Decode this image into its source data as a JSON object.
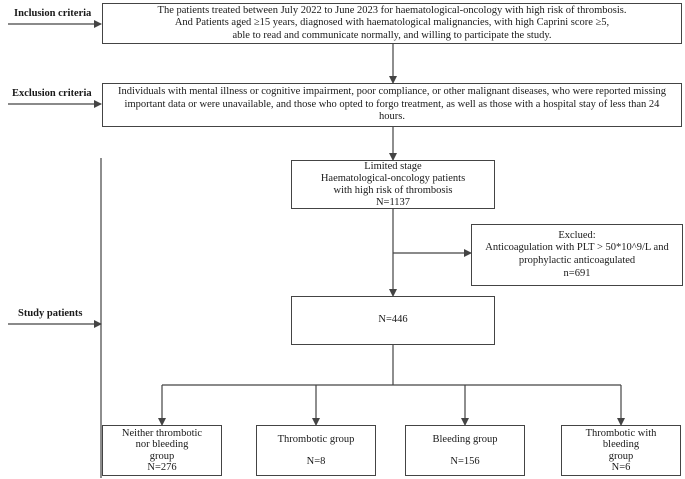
{
  "side_labels": {
    "inclusion": "Inclusion criteria",
    "exclusion": "Exclusion criteria",
    "study": "Study patients"
  },
  "inclusion_box": {
    "lines": [
      "The patients treated between July 2022 to June 2023 for haematological-oncology with high risk of thrombosis.",
      "And Patients aged ≥15 years, diagnosed with haematological malignancies, with high Caprini score ≥5,",
      "able to read and communicate normally, and willing to participate the study."
    ]
  },
  "exclusion_box": {
    "lines": [
      "Individuals with mental illness or cognitive impairment, poor compliance, or other malignant diseases, who were reported missing",
      "important data or were unavailable, and those who opted to forgo treatment, as well as those with a hospital stay of less than 24",
      "hours."
    ]
  },
  "limited_box": {
    "lines": [
      "Limited stage",
      "Haematological-oncology patients",
      "with high risk of thrombosis",
      "N=1137"
    ]
  },
  "excluded_box": {
    "lines": [
      "Exclued:",
      "Anticoagulation with PLT > 50*10^9/L and",
      "prophylactic anticoagulated",
      "n=691"
    ]
  },
  "study_box": {
    "text": "N=446"
  },
  "groups": [
    {
      "lines": [
        "Neither thrombotic",
        "nor bleeding",
        "group",
        "N=276"
      ]
    },
    {
      "lines": [
        "Thrombotic group",
        "",
        "N=8"
      ]
    },
    {
      "lines": [
        "Bleeding group",
        "",
        "N=156"
      ]
    },
    {
      "lines": [
        "Thrombotic with",
        "bleeding",
        "group",
        "N=6"
      ]
    }
  ]
}
